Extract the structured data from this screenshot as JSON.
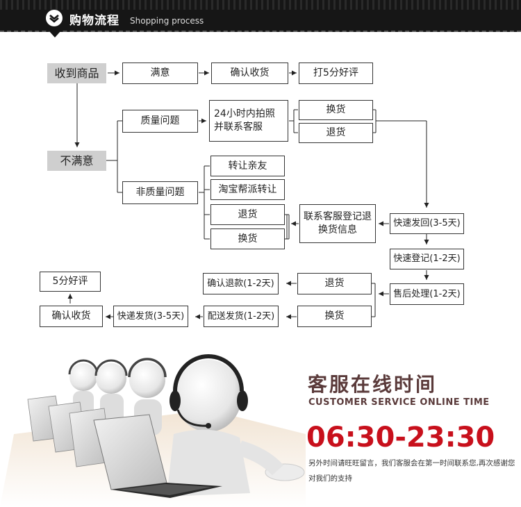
{
  "header": {
    "title": "购物流程",
    "subtitle": "Shopping process"
  },
  "flow": {
    "received": "收到商品",
    "satisfied": "满意",
    "confirm_receipt": "确认收货",
    "five_star": "打5分好评",
    "not_satisfied": "不满意",
    "quality_issue": "质量问题",
    "photo_contact": "24小时内拍照并联系客服",
    "exchange_1": "换货",
    "return_1": "退货",
    "non_quality_issue": "非质量问题",
    "transfer_friend": "转让亲友",
    "taobao_transfer": "淘宝帮派转让",
    "return_2": "退货",
    "exchange_2": "换货",
    "contact_register": "联系客服登记退换货信息",
    "ship_back": "快速发回(3-5天)",
    "quick_register": "快速登记(1-2天)",
    "after_sales": "售后处理(1-2天)",
    "return_3": "退货",
    "confirm_refund": "确认退款(1-2天)",
    "five_star_review": "5分好评",
    "exchange_3": "换货",
    "delivery": "配送发货(1-2天)",
    "express": "快递发货(3-5天)",
    "confirm_receipt_2": "确认收货"
  },
  "customer_service": {
    "title": "客服在线时间",
    "subtitle": "CUSTOMER SERVICE ONLINE TIME",
    "hours": "06:30-23:30",
    "note": "另外时间请旺旺留言，我们客服会在第一时间联系您,再次感谢您对我们的支持"
  },
  "colors": {
    "header_bg": "#161616",
    "grey_box": "#cfcfcf",
    "title_brown": "#5a3a3a",
    "time_red": "#c8101c"
  }
}
